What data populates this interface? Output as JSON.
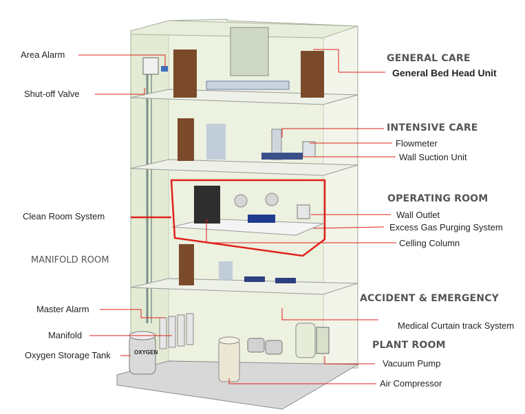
{
  "sections": {
    "general_care": "GENERAL CARE",
    "intensive_care": "INTENSIVE CARE",
    "operating_room": "OPERATING ROOM",
    "manifold_room": "MANIFOLD ROOM",
    "accident_emergency": "ACCIDENT & EMERGENCY",
    "plant_room": "PLANT ROOM"
  },
  "labels": {
    "area_alarm": "Area Alarm",
    "shut_off_valve": "Shut-off Valve",
    "clean_room_system": "Clean Room System",
    "master_alarm": "Master Alarm",
    "manifold": "Manifold",
    "oxygen_storage_tank": "Oxygen Storage Tank",
    "general_bed_head_unit": "General Bed Head Unit",
    "flowmeter": "Flowmeter",
    "wall_suction_unit": "Wall Suction Unit",
    "wall_outlet": "Wall Outlet",
    "excess_gas_purging_system": "Excess Gas Purging System",
    "celling_column": "Celling Column",
    "medical_curtain_track_system": "Medical Curtain track System",
    "vacuum_pump": "Vacuum Pump",
    "air_compressor": "Air Compressor"
  },
  "tank_text": "OXYGEN",
  "colors": {
    "leader_line": "#e0201a",
    "clean_room_frame": "#e0201a",
    "glass": "#dfead2",
    "floor": "#f2f2f2",
    "door": "#7a4a2a",
    "section_text": "#555555"
  }
}
